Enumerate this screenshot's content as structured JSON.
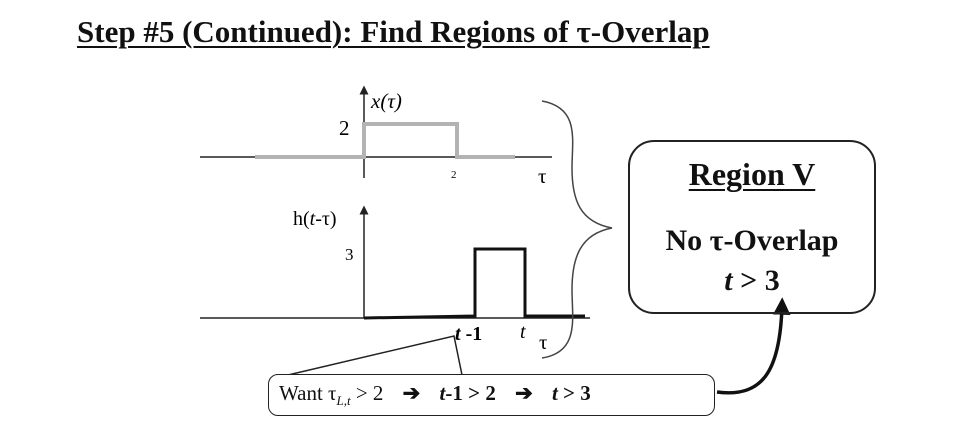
{
  "title": "Step #5 (Continued): Find Regions of τ-Overlap",
  "plot_x": {
    "ylabel": "x(τ)",
    "ytick": "2",
    "xtick": "2",
    "xlabel": "τ",
    "pulse": {
      "start": 0,
      "end": 2,
      "height": 2
    }
  },
  "plot_h": {
    "ylabel_pre": "h(",
    "ylabel_var": "t",
    "ylabel_post": "-τ)",
    "ytick": "3",
    "xtick1_var": "t",
    "xtick1_suffix": " -1",
    "xtick2": "t",
    "xlabel": "τ",
    "pulse": {
      "start_label": "t-1",
      "end_label": "t",
      "height": 3
    }
  },
  "region": {
    "title": "Region V",
    "line1": "No τ-Overlap",
    "line2_var": "t",
    "line2_rest": " > 3"
  },
  "condition": {
    "lead": "Want τ",
    "subscript": "L,t",
    "after_sub": " > 2",
    "arrow1": "➔",
    "expr1_var": "t",
    "expr1_rest": "-1 > 2",
    "arrow2": "➔",
    "expr2_var": "t",
    "expr2_rest": " > 3"
  },
  "colors": {
    "x_signal": "#b3b3b3",
    "h_signal": "#111111",
    "axes": "#222222"
  }
}
